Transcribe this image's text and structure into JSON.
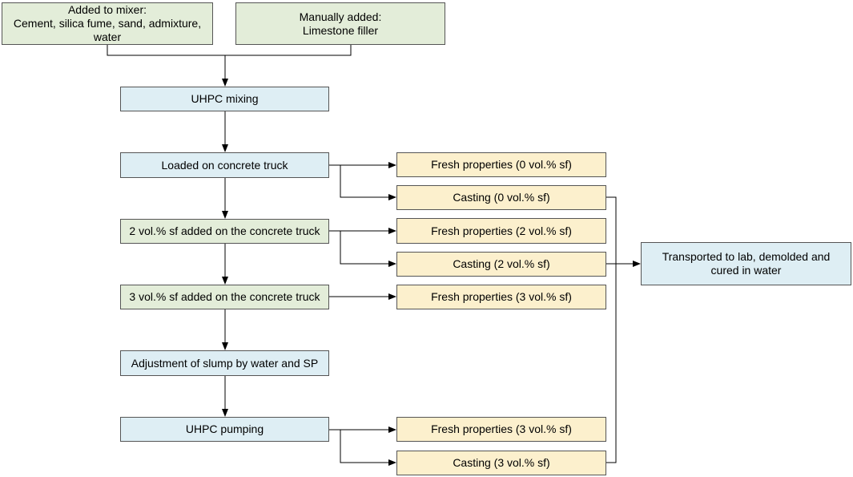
{
  "colors": {
    "input": "#e3edd9",
    "process": "#deeef4",
    "test": "#fcf0cd",
    "line": "#000000"
  },
  "nodes": {
    "mixer_inputs": "Added to mixer:\nCement, silica fume, sand, admixture,\nwater",
    "manual_inputs": "Manually added:\nLimestone filler",
    "mixing": "UHPC mixing",
    "truck": "Loaded on concrete truck",
    "sf2": "2 vol.% sf added on the concrete truck",
    "sf3": "3 vol.% sf added on the concrete truck",
    "slump": "Adjustment of slump by water and SP",
    "pumping": "UHPC pumping",
    "fresh0": "Fresh properties (0 vol.% sf)",
    "cast0": "Casting (0 vol.% sf)",
    "fresh2": "Fresh properties (2 vol.% sf)",
    "cast2": "Casting (2 vol.% sf)",
    "fresh3": "Fresh properties (3 vol.% sf)",
    "fresh3_pump": "Fresh properties (3 vol.% sf)",
    "cast3": "Casting (3 vol.% sf)",
    "lab": "Transported to lab, demolded and\ncured in water"
  }
}
